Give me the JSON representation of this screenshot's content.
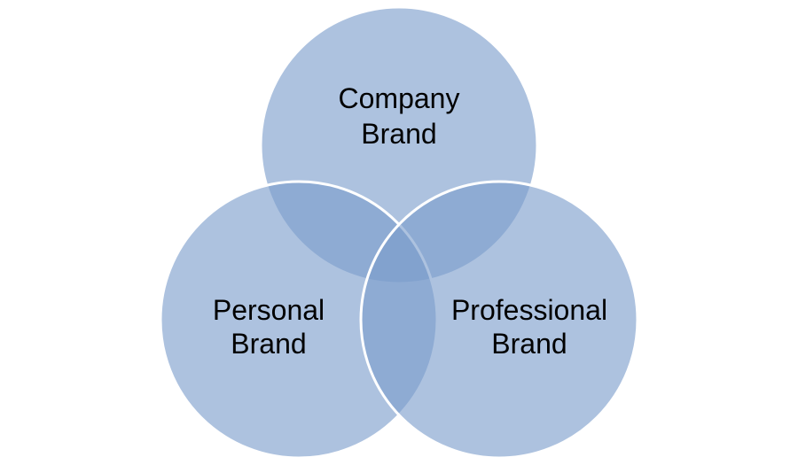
{
  "colors": {
    "circle_fill": "#7b9ccb",
    "circle_outline": "#ffffff",
    "label_text": "#000000",
    "background": "#ffffff"
  },
  "diagram": {
    "type": "venn",
    "sets": [
      {
        "id": "company",
        "label_lines": [
          "Company",
          "Brand"
        ]
      },
      {
        "id": "personal",
        "label_lines": [
          "Personal",
          "Brand"
        ]
      },
      {
        "id": "professional",
        "label_lines": [
          "Professional",
          "Brand"
        ]
      }
    ]
  }
}
